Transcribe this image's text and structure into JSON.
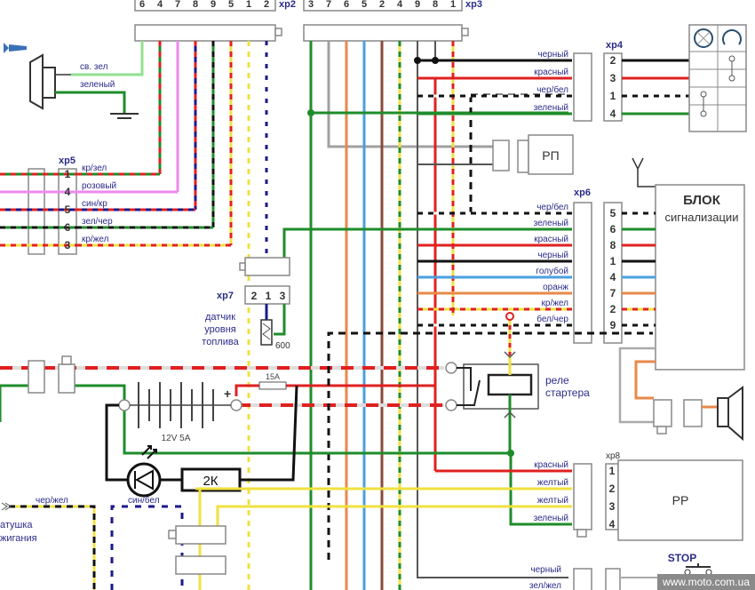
{
  "colors": {
    "green": "#1e8c2a",
    "light_green": "#90e090",
    "red": "#e02020",
    "black": "#111111",
    "blue": "#1a1a8c",
    "light_blue": "#4aa0e0",
    "orange": "#e8884a",
    "brown": "#8a4a3a",
    "pink": "#ee88ee",
    "yellow": "#f0e040",
    "gray": "#a0a0a0",
    "label": "#2b2b8a"
  },
  "xp2": {
    "name": "xp2",
    "pins": [
      "6",
      "4",
      "7",
      "8",
      "9",
      "5",
      "1",
      "2"
    ]
  },
  "xp3": {
    "name": "xp3",
    "pins": [
      "3",
      "7",
      "6",
      "5",
      "2",
      "4",
      "9",
      "8",
      "1"
    ]
  },
  "horn": {
    "wire_labels": [
      "св. зел",
      "зеленый"
    ]
  },
  "xp5": {
    "name": "xp5",
    "rows": [
      {
        "pin": "1",
        "label": "кр/зел"
      },
      {
        "pin": "4",
        "label": "розовый"
      },
      {
        "pin": "5",
        "label": "син/кр"
      },
      {
        "pin": "6",
        "label": "зел/чер"
      },
      {
        "pin": "3",
        "label": "кр/жел"
      }
    ]
  },
  "xp4": {
    "name": "xp4",
    "rows": [
      {
        "pin": "2",
        "label": "черный"
      },
      {
        "pin": "3",
        "label": "красный"
      },
      {
        "pin": "1",
        "label": "чер/бел"
      },
      {
        "pin": "4",
        "label": "зеленый"
      }
    ]
  },
  "rp": {
    "label": "РП"
  },
  "xp6": {
    "name": "xp6",
    "rows": [
      {
        "pin": "5",
        "label": "чер/бел"
      },
      {
        "pin": "6",
        "label": "зеленый"
      },
      {
        "pin": "8",
        "label": "красный"
      },
      {
        "pin": "1",
        "label": "черный"
      },
      {
        "pin": "4",
        "label": "голубой"
      },
      {
        "pin": "7",
        "label": "оранж"
      },
      {
        "pin": "2",
        "label": "кр/жел"
      },
      {
        "pin": "9",
        "label": "бел/чер"
      }
    ]
  },
  "alarm_unit": {
    "title": "БЛОК",
    "subtitle": "сигнализации"
  },
  "xp7": {
    "name": "xp7",
    "pins": [
      "2",
      "1",
      "3"
    ],
    "sensor_label": [
      "датчик",
      "уровня",
      "топлива"
    ],
    "resistance": "600"
  },
  "battery": {
    "label": "12V  5A",
    "plus": "+"
  },
  "fuse": {
    "label": "15A"
  },
  "resistor": {
    "label": "2К"
  },
  "led": {
    "label": "син/бел"
  },
  "starter_relay": {
    "label": [
      "реле",
      "стартера"
    ]
  },
  "xp8": {
    "name": "хр8",
    "rows": [
      {
        "pin": "1",
        "label": "красный"
      },
      {
        "pin": "2",
        "label": "желтый"
      },
      {
        "pin": "3",
        "label": "желтый"
      },
      {
        "pin": "4",
        "label": "зеленый"
      }
    ]
  },
  "regulator": {
    "label": "РР"
  },
  "ignition_coil": {
    "wire_label": "чер/жел",
    "label": [
      "атушка",
      "жигания"
    ]
  },
  "stop": {
    "label": "STOP",
    "wire_labels": [
      "черный",
      "зел/жел"
    ]
  },
  "watermark": "www.moto.com.ua"
}
